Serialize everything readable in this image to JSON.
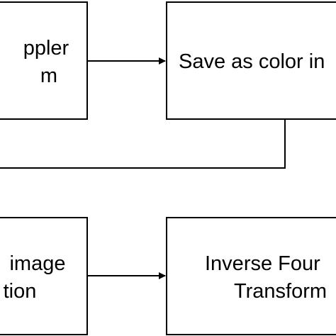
{
  "diagram": {
    "nodes": [
      {
        "id": "doppler",
        "lines": [
          "ppler",
          "m"
        ]
      },
      {
        "id": "save-color",
        "lines": [
          "Save as color in"
        ]
      },
      {
        "id": "image-tion",
        "lines": [
          "image",
          "tion"
        ]
      },
      {
        "id": "inverse-fourier",
        "lines": [
          "Inverse Four",
          "Transform"
        ]
      }
    ],
    "edges": [
      {
        "from": "doppler",
        "to": "save-color",
        "arrow": true
      },
      {
        "from": "save-color",
        "to": "offscreen-left",
        "arrow": false
      },
      {
        "from": "image-tion",
        "to": "inverse-fourier",
        "arrow": true
      }
    ]
  },
  "colors": {
    "stroke": "#000000",
    "background": "#ffffff"
  }
}
